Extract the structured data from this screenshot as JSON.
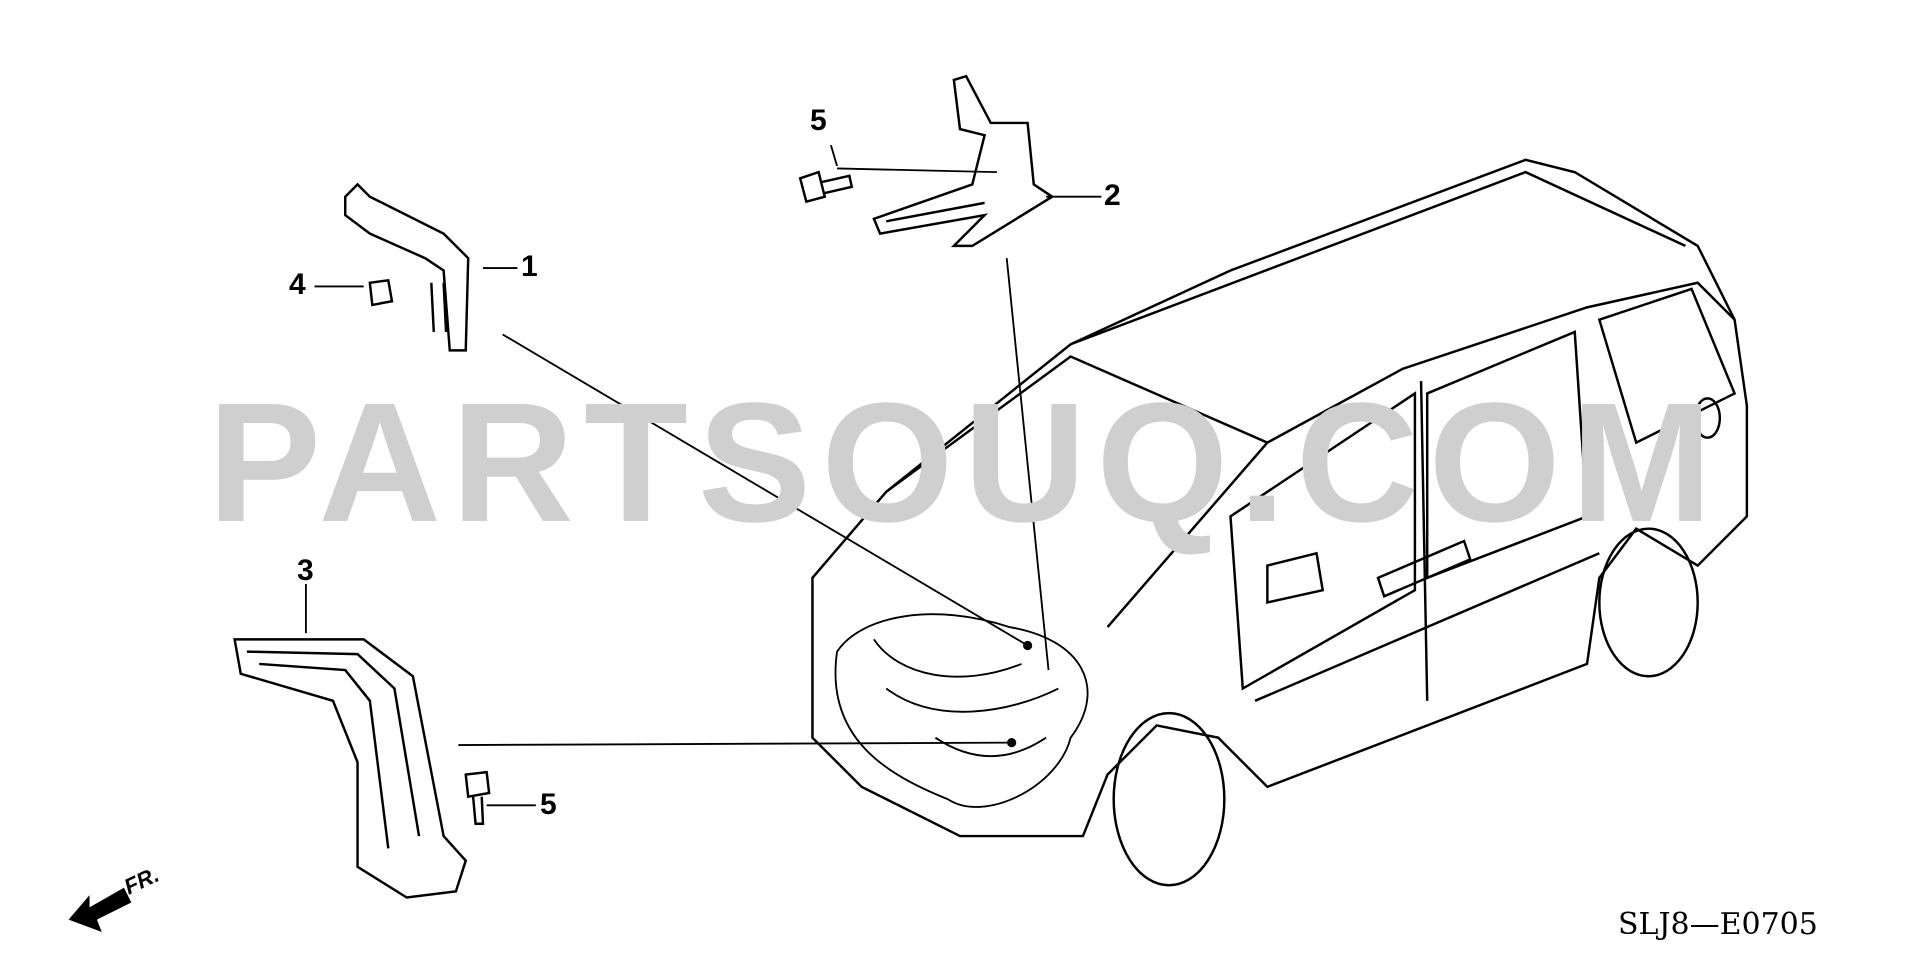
{
  "diagram": {
    "callouts": [
      {
        "id": "1",
        "label": "1"
      },
      {
        "id": "2",
        "label": "2"
      },
      {
        "id": "3",
        "label": "3"
      },
      {
        "id": "4",
        "label": "4"
      },
      {
        "id": "5a",
        "label": "5"
      },
      {
        "id": "5b",
        "label": "5"
      }
    ],
    "front_indicator": "FR.",
    "diagram_code": "SLJ8—E0705",
    "watermark": "PARTSOUQ.COM"
  }
}
